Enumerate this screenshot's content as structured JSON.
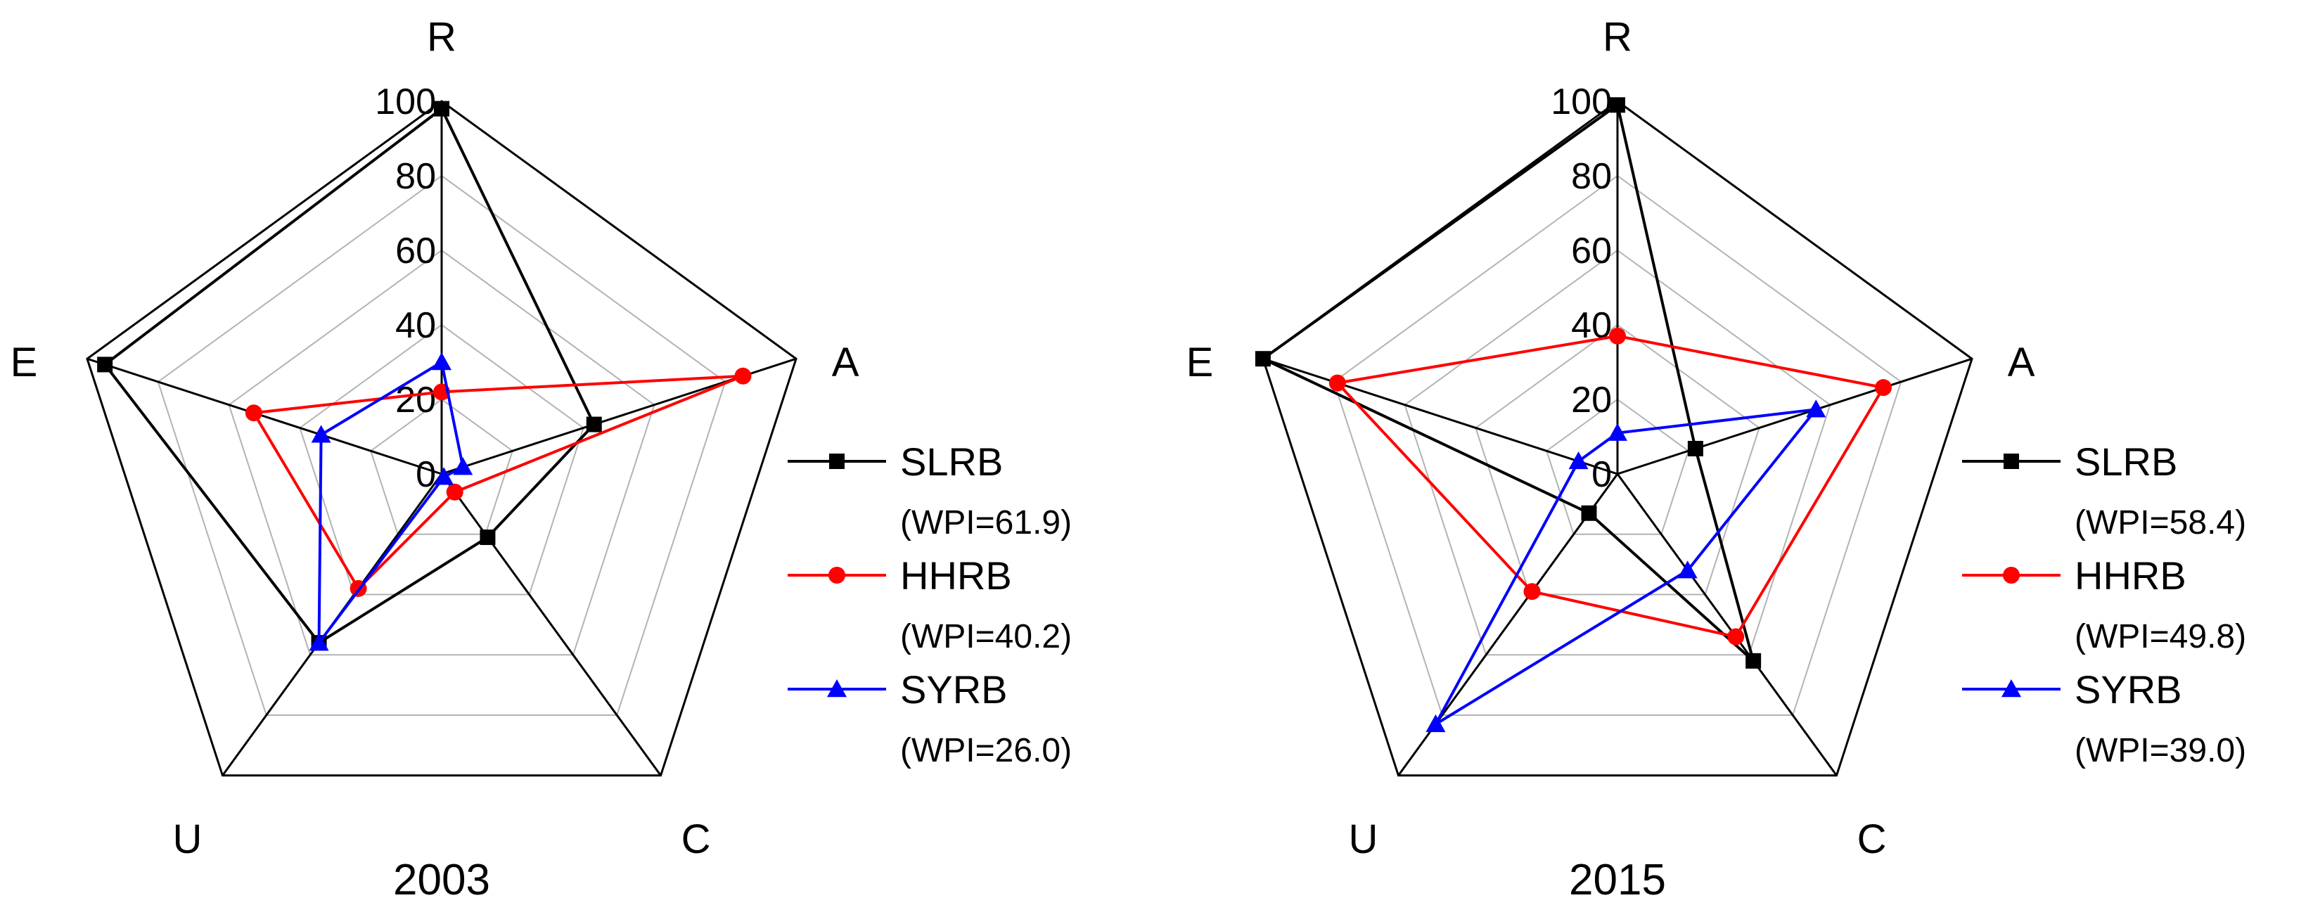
{
  "chart_data": [
    {
      "type": "radar",
      "title": "2003",
      "axes": [
        "R",
        "A",
        "C",
        "U",
        "E"
      ],
      "ticks": [
        "0",
        "20",
        "40",
        "60",
        "80",
        "100"
      ],
      "rlim": [
        0,
        100
      ],
      "grid": true,
      "legend_position": "right",
      "series": [
        {
          "name": "SLRB",
          "note": "(WPI=61.9)",
          "marker": "square",
          "color": "#000000",
          "values": [
            98,
            43,
            21,
            56,
            95
          ]
        },
        {
          "name": "HHRB",
          "note": "(WPI=40.2)",
          "marker": "circle",
          "color": "#ff0000",
          "values": [
            22,
            85,
            6,
            38,
            53
          ]
        },
        {
          "name": "SYRB",
          "note": "(WPI=26.0)",
          "marker": "triangle",
          "color": "#0000ff",
          "values": [
            30,
            6,
            1,
            56,
            34
          ]
        }
      ]
    },
    {
      "type": "radar",
      "title": "2015",
      "axes": [
        "R",
        "A",
        "C",
        "U",
        "E"
      ],
      "ticks": [
        "0",
        "20",
        "40",
        "60",
        "80",
        "100"
      ],
      "rlim": [
        0,
        100
      ],
      "grid": true,
      "legend_position": "right",
      "series": [
        {
          "name": "SLRB",
          "note": "(WPI=58.4)",
          "marker": "square",
          "color": "#000000",
          "values": [
            99,
            22,
            62,
            13,
            100
          ]
        },
        {
          "name": "HHRB",
          "note": "(WPI=49.8)",
          "marker": "circle",
          "color": "#ff0000",
          "values": [
            37,
            75,
            54,
            39,
            79
          ]
        },
        {
          "name": "SYRB",
          "note": "(WPI=39.0)",
          "marker": "triangle",
          "color": "#0000ff",
          "values": [
            11,
            56,
            32,
            83,
            11
          ]
        }
      ]
    }
  ]
}
